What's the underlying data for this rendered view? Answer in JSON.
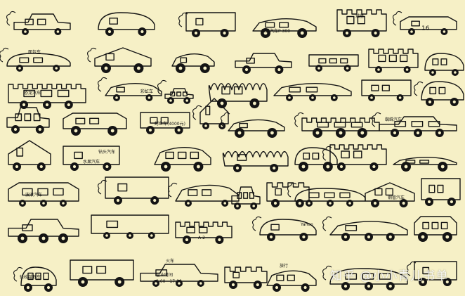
{
  "background_color": "#f6f0c6",
  "ink_color": "#141414",
  "labels": {
    "l1": "蛋糕汽车P-300",
    "l2": "面包车",
    "l3": "城堡",
    "l4": "彩虹车",
    "l5": "恐龙汽车",
    "l6": "鳄鱼车(4000元)",
    "l7": "蜘蛛汽车",
    "l8": "水果汽车",
    "l9": "钢管汽车",
    "l10": "波浪汽车",
    "l11": "A-2",
    "l12": "钻头汽车",
    "l13": "轻松越野车",
    "l14": "营业时间",
    "l15": "8:00—17:00",
    "l16": "16",
    "l17": "火车",
    "l18": "旅行",
    "l19": "Yahoo"
  },
  "watermark": "知乎 @小小青儿书单"
}
